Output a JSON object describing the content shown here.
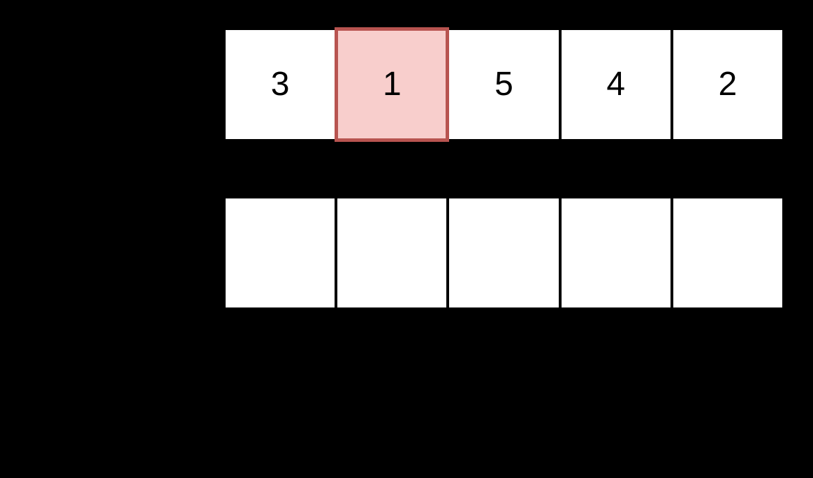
{
  "colors": {
    "background": "#000000",
    "cell_fill": "#ffffff",
    "cell_text": "#000000",
    "highlight_fill": "#f8cecc",
    "highlight_border": "#b85450"
  },
  "rows": [
    {
      "name": "source-array",
      "cells": [
        {
          "value": "3",
          "highlighted": false
        },
        {
          "value": "1",
          "highlighted": true
        },
        {
          "value": "5",
          "highlighted": false
        },
        {
          "value": "4",
          "highlighted": false
        },
        {
          "value": "2",
          "highlighted": false
        }
      ]
    },
    {
      "name": "result-array",
      "cells": [
        {
          "value": "",
          "highlighted": false
        },
        {
          "value": "",
          "highlighted": false
        },
        {
          "value": "",
          "highlighted": false
        },
        {
          "value": "",
          "highlighted": false
        },
        {
          "value": "",
          "highlighted": false
        }
      ]
    }
  ]
}
